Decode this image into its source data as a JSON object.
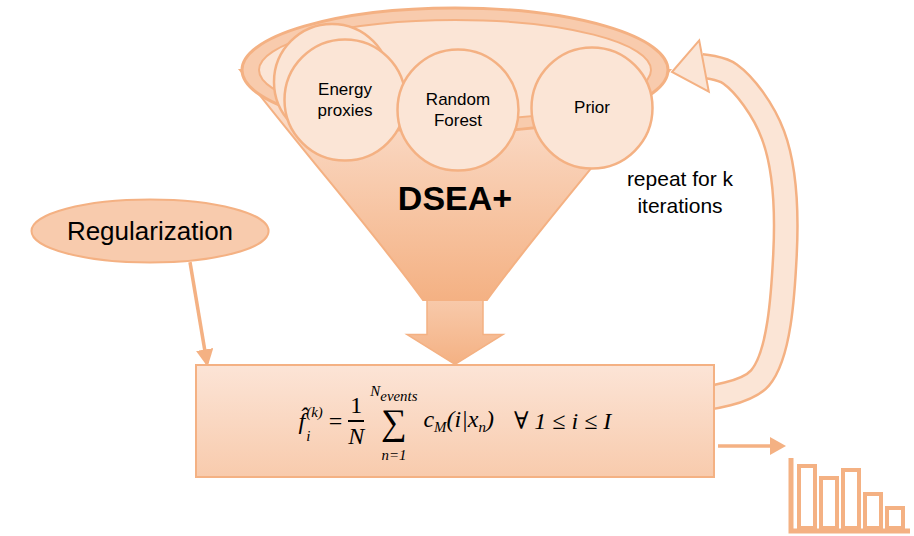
{
  "diagram": {
    "nodes": [
      {
        "text": [
          "DSEA+"
        ]
      },
      {
        "text": [
          "Energy proxies"
        ],
        "in": 0
      },
      {
        "text": [
          "Random Forest"
        ],
        "in": 0
      },
      {
        "text": [
          "Prior"
        ],
        "in": 0
      },
      {
        "text": [
          "Regularization"
        ]
      },
      {
        "text": [
          "f̂",
          "i",
          "(k)",
          "=",
          "1",
          "N",
          "N",
          "events",
          "∑",
          "n=1",
          "c",
          "M",
          "(i|x",
          "n",
          ")",
          "∀ 1 ≤ i ≤ I"
        ]
      }
    ],
    "edges": [
      {
        "from": 4,
        "to": 5,
        "arrow": "to"
      },
      {
        "from": 0,
        "to": 5,
        "arrow": "to"
      },
      {
        "from": 5,
        "to": 0,
        "arrow": "to",
        "label": "repeat for k iterations"
      }
    ]
  }
}
